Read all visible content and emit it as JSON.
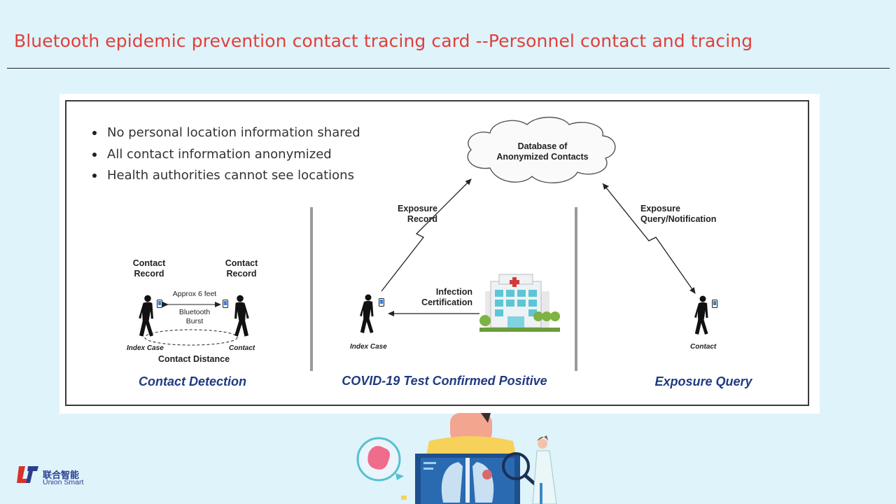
{
  "slide": {
    "title": "Bluetooth epidemic prevention contact tracing card --Personnel contact and tracing"
  },
  "figure": {
    "bullets": [
      "No personal location information shared",
      "All contact information anonymized",
      "Health authorities cannot see locations"
    ],
    "cloud": {
      "line1": "Database of",
      "line2": "Anonymized Contacts"
    },
    "exposure_record": {
      "line1": "Exposure",
      "line2": "Record"
    },
    "exposure_query": {
      "line1": "Exposure",
      "line2": "Query/Notification"
    },
    "infection_certification": {
      "line1": "Infection",
      "line2": "Certification"
    },
    "contact_detection": {
      "left_record": {
        "line1": "Contact",
        "line2": "Record"
      },
      "right_record": {
        "line1": "Contact",
        "line2": "Record"
      },
      "distance_label": "Approx 6 feet",
      "bluetooth": {
        "line1": "Bluetooth",
        "line2": "Burst"
      },
      "index_case": "Index Case",
      "contact": "Contact",
      "contact_distance": "Contact Distance"
    },
    "covid_panel": {
      "index_case": "Index Case"
    },
    "query_panel": {
      "contact": "Contact"
    },
    "section_titles": {
      "detection": "Contact Detection",
      "positive": "COVID-19 Test Confirmed Positive",
      "query": "Exposure Query"
    }
  },
  "logo": {
    "cn": "联合智能",
    "en": "Union Smart"
  },
  "colors": {
    "background": "#dff3fb",
    "title": "#e0403a",
    "section_title": "#1f3b82",
    "logo": "#2b3e8c"
  }
}
